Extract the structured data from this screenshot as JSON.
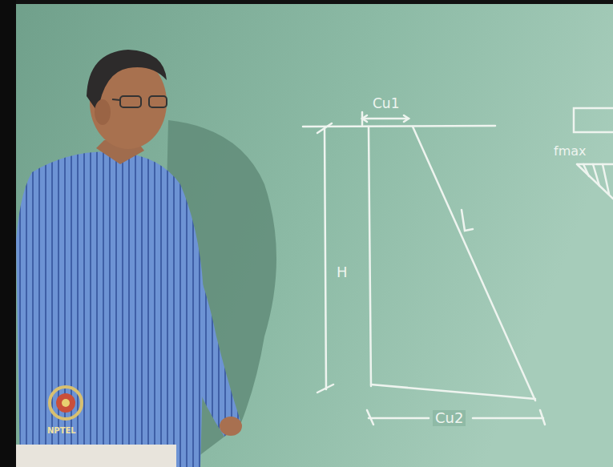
{
  "diagram": {
    "labels": [
      "Cu1",
      "H",
      "Cu2",
      "fmax",
      "NPTEL"
    ]
  }
}
